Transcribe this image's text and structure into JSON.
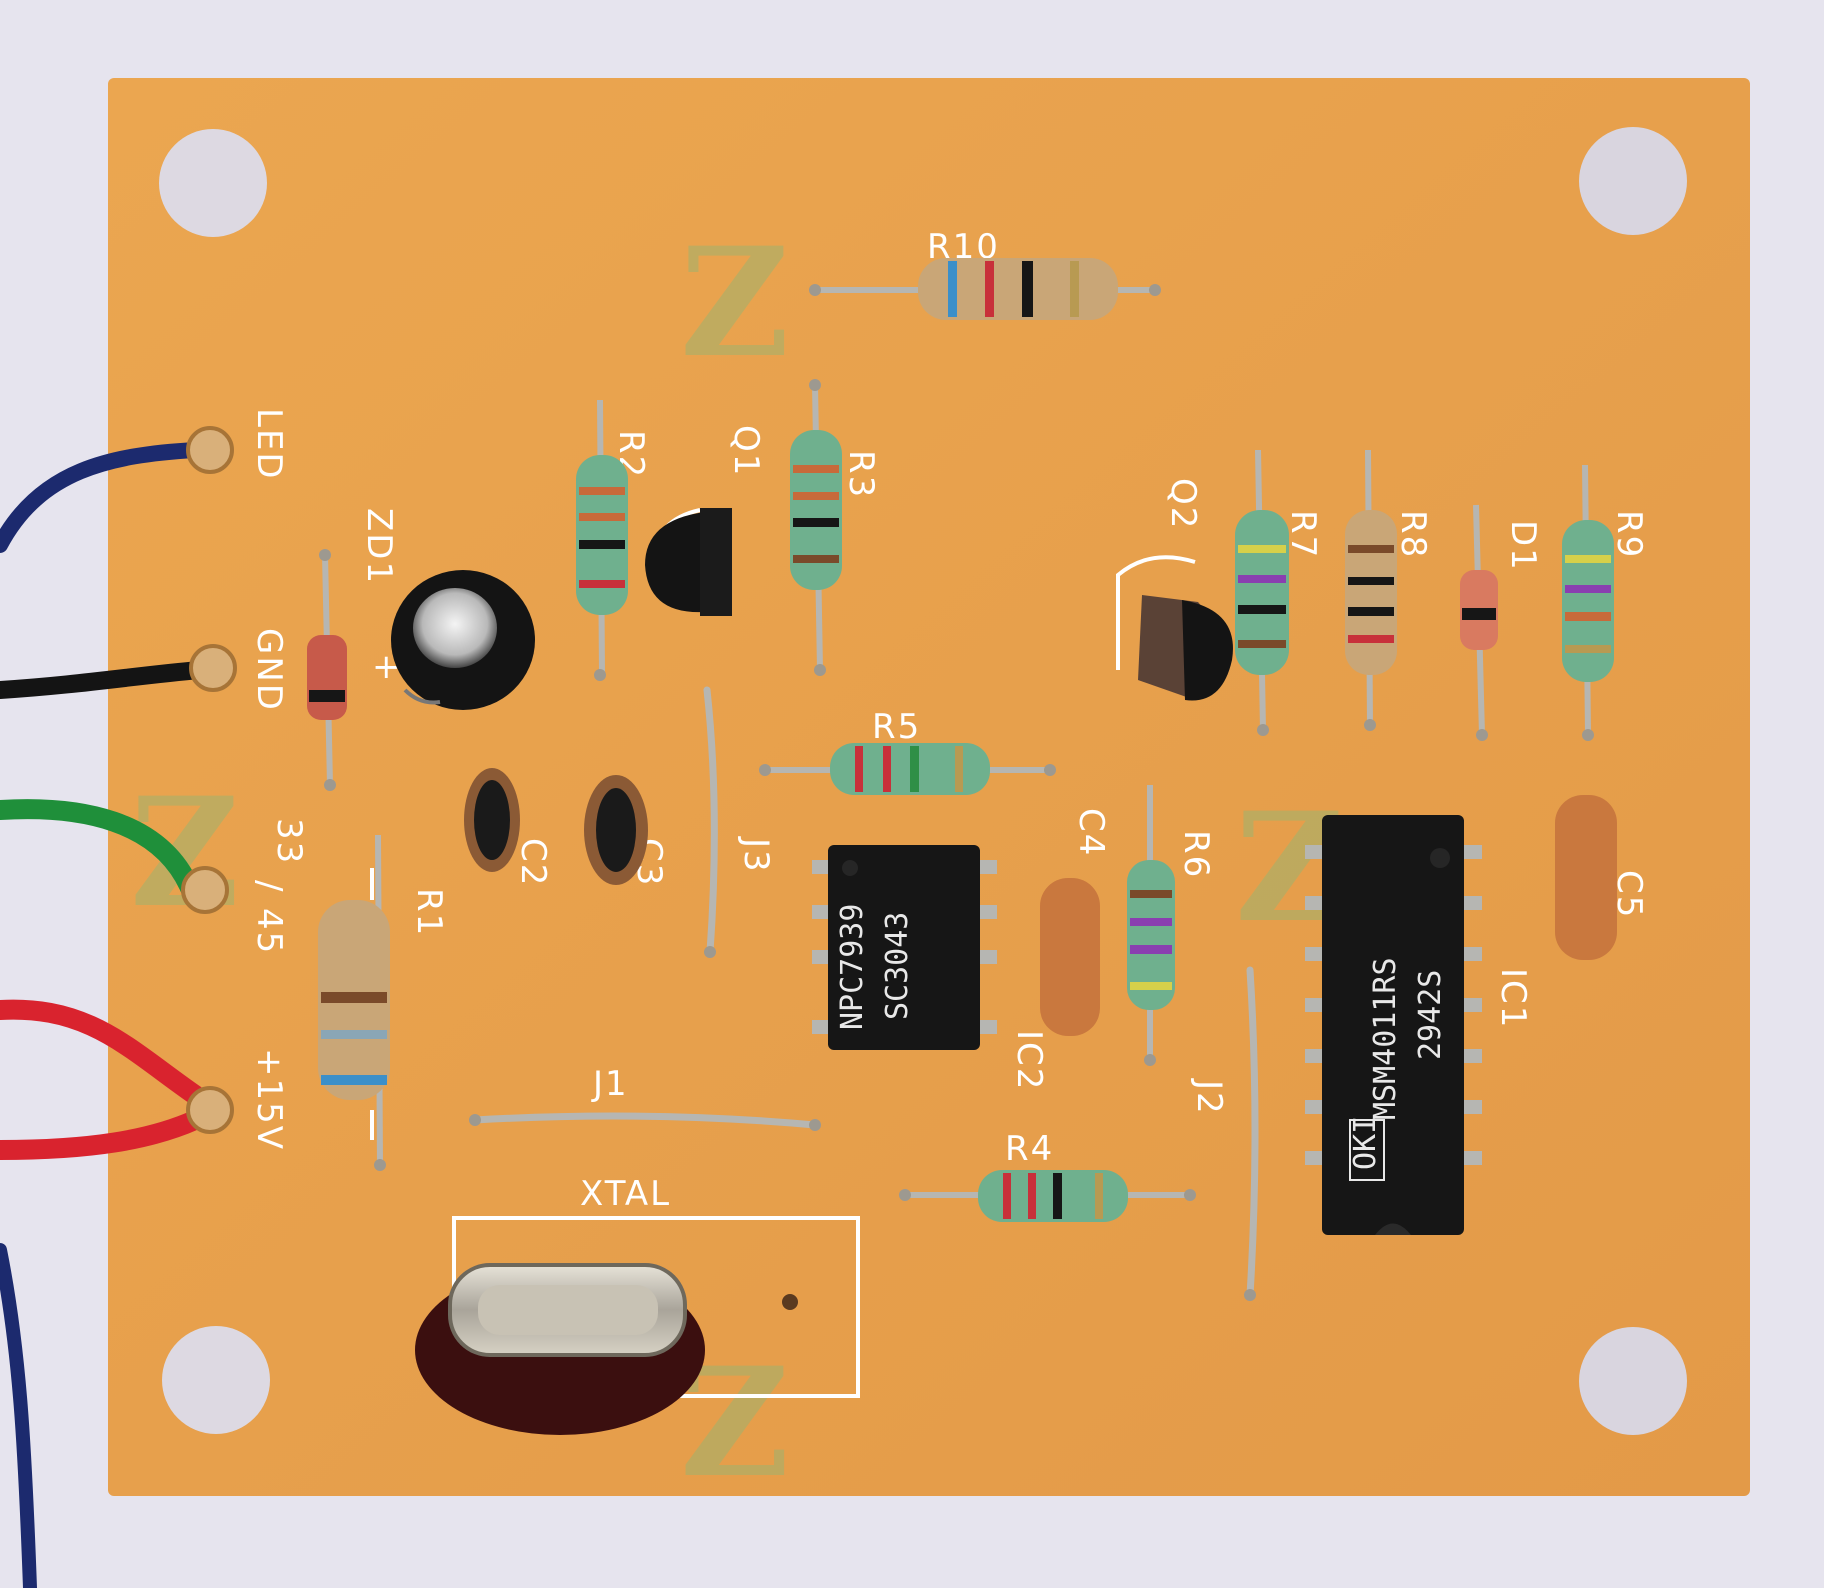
{
  "pcb": {
    "board_color": "#e9a24f",
    "silk_color": "#ffffff",
    "labels": {
      "r10": "R10",
      "r2": "R2",
      "q1": "Q1",
      "r3": "R3",
      "led": "LED",
      "zd1": "ZD1",
      "zd_plus": "+",
      "gnd": "GND",
      "q2": "Q2",
      "r7": "R7",
      "r8": "R8",
      "d1": "D1",
      "r9": "R9",
      "r5": "R5",
      "c2": "C2",
      "c3": "C3",
      "j3": "J3",
      "c4": "C4",
      "r6": "R6",
      "c5": "C5",
      "in_33": "33",
      "in_45": "45",
      "in_slash": "/",
      "r1": "R1",
      "ic2": "IC2",
      "ic1": "IC1",
      "plus15v": "+15V",
      "j1": "J1",
      "j2": "J2",
      "r4": "R4",
      "xtal": "XTAL",
      "logo_letter": "Z"
    },
    "chips": {
      "ic2_line1": "NPC7939",
      "ic2_line2": "SC3043",
      "ic1_line1": "MSM4011RS",
      "ic1_line2": "2942S",
      "ic1_logo": "OKI"
    },
    "wires": {
      "blue": "#1c2a6e",
      "black": "#141414",
      "green": "#1f8f3a",
      "red": "#d9232e"
    }
  }
}
